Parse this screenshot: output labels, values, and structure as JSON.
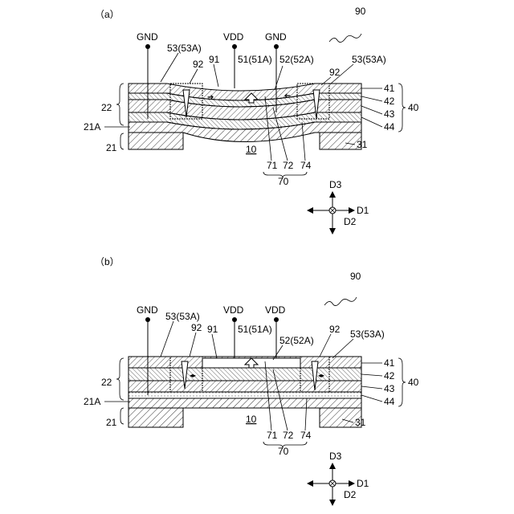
{
  "panels": [
    {
      "id": "a",
      "panel_label": "（a）",
      "figure_ref": "90",
      "terminals": [
        "GND",
        "VDD",
        "GND"
      ],
      "labels": {
        "l53_left": "53(53A)",
        "l92_left": "92",
        "l91": "91",
        "l51": "51(51A)",
        "l52": "52(52A)",
        "l53_right": "53(53A)",
        "l92_right": "92",
        "l41": "41",
        "l42": "42",
        "l43": "43",
        "l44": "44",
        "l40": "40",
        "l22": "22",
        "l21A": "21A",
        "l21": "21",
        "l31": "31",
        "l10": "10",
        "l71": "71",
        "l72": "72",
        "l74": "74",
        "l70": "70"
      },
      "axes": {
        "d3": "D3",
        "d1": "D1",
        "d2": "D2"
      }
    },
    {
      "id": "b",
      "panel_label": "（b）",
      "figure_ref": "90",
      "terminals": [
        "GND",
        "VDD",
        "VDD"
      ],
      "labels": {
        "l53_left": "53(53A)",
        "l92_left": "92",
        "l91": "91",
        "l51": "51(51A)",
        "l52": "52(52A)",
        "l53_right": "53(53A)",
        "l92_right": "92",
        "l41": "41",
        "l42": "42",
        "l43": "43",
        "l44": "44",
        "l40": "40",
        "l22": "22",
        "l21A": "21A",
        "l21": "21",
        "l31": "31",
        "l10": "10",
        "l71": "71",
        "l72": "72",
        "l74": "74",
        "l70": "70"
      },
      "axes": {
        "d3": "D3",
        "d1": "D1",
        "d2": "D2"
      }
    }
  ]
}
